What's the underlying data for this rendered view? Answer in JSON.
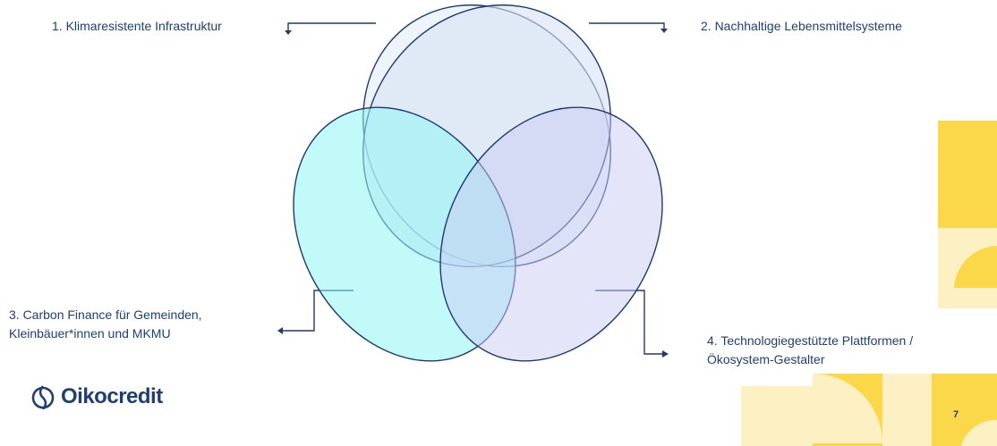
{
  "labels": {
    "item1": "1. Klimaresistente Infrastruktur",
    "item2": "2. Nachhaltige Lebensmittelsysteme",
    "item3_line1": "3. Carbon Finance für Gemeinden,",
    "item3_line2": "Kleinbäuer*innen und  MKMU",
    "item4_line1": "4. Technologiegestützte Plattformen /",
    "item4_line2": "Ökosystem-Gestalter"
  },
  "logo": {
    "text": "Oikocredit",
    "icon": "oikocredit-logo-icon"
  },
  "page_number": "7",
  "colors": {
    "text": "#1f3f73",
    "outline": "#1f3a6e",
    "ellipse1": "#e3ecf8",
    "ellipse2": "#d7e2f5",
    "ellipse3": "#8ff4f4",
    "ellipse4": "#c9cbf4",
    "decor_yellow": "#fbd84a",
    "decor_cream": "#fdf0c2"
  }
}
